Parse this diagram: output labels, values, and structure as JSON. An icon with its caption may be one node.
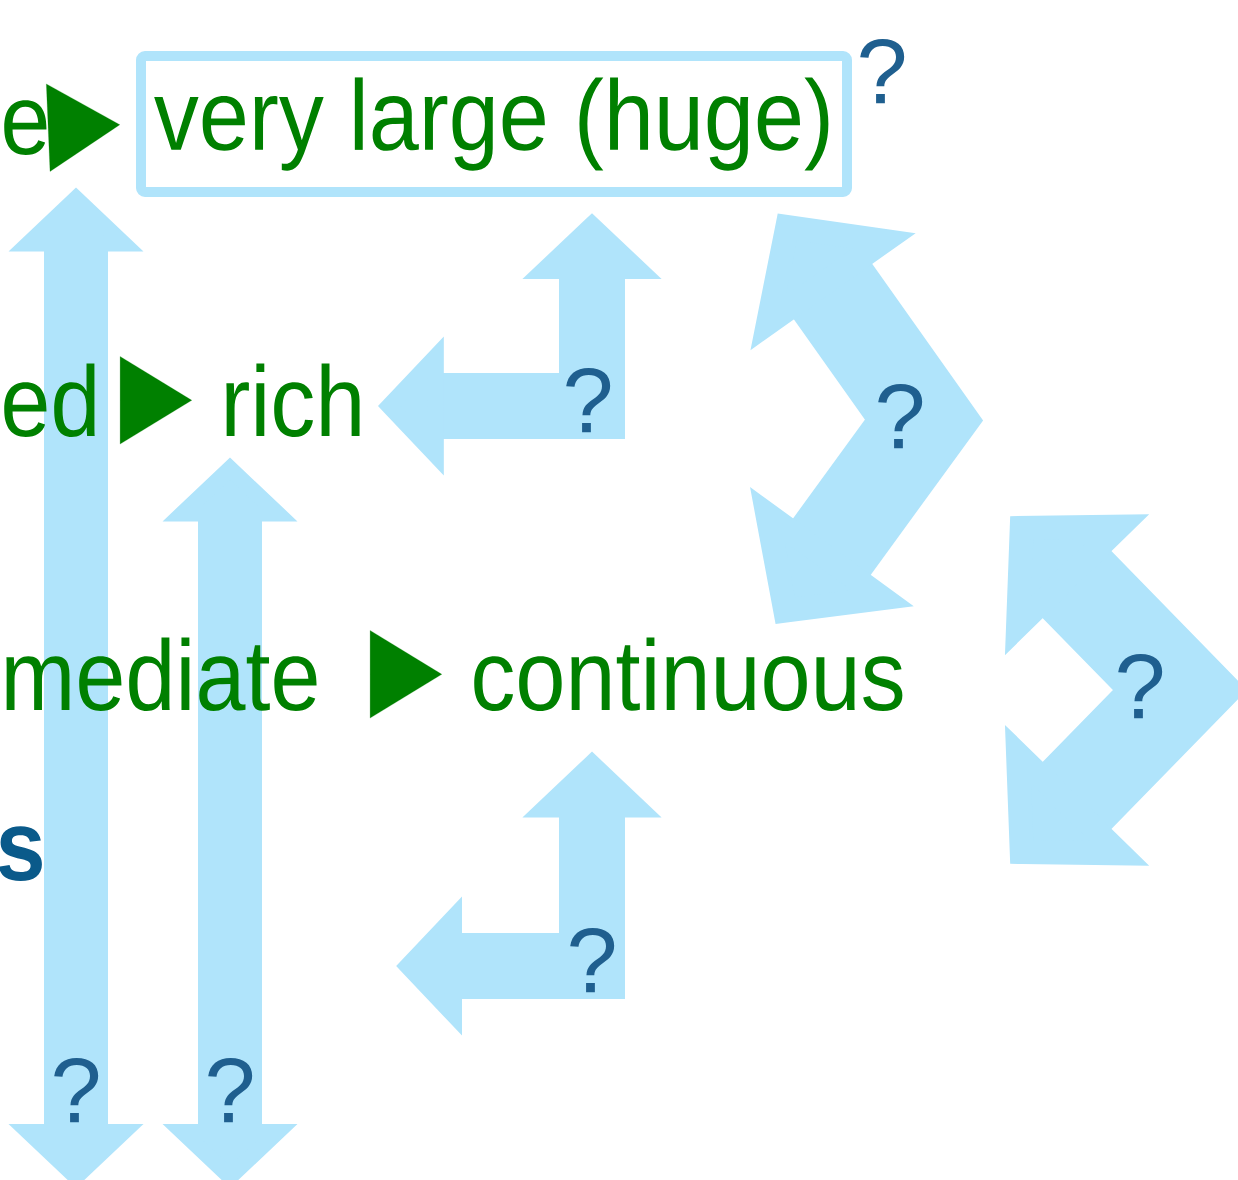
{
  "diagram": {
    "nodes": [
      {
        "text": [
          "e"
        ]
      },
      {
        "text": [
          "very large (huge)"
        ],
        "beside": [
          "?"
        ]
      },
      {
        "text": [
          "ed"
        ]
      },
      {
        "text": [
          "rich"
        ]
      },
      {
        "text": [
          "mediate"
        ]
      },
      {
        "text": [
          "continuous"
        ]
      }
    ],
    "edges": [
      {
        "from": 0,
        "to": 1,
        "arrow": "to",
        "color": "#008000"
      },
      {
        "from": 2,
        "to": 3,
        "arrow": "to",
        "color": "#008000"
      },
      {
        "from": 4,
        "to": 5,
        "arrow": "to",
        "color": "#008000"
      },
      {
        "from": 3,
        "to": 1,
        "arrow": "both",
        "label": "?"
      },
      {
        "from": 1,
        "to": 5,
        "arrow": "both",
        "label": "?"
      },
      {
        "from": null,
        "to": 5,
        "arrow": "both",
        "label": "?"
      },
      {
        "from": 0,
        "to": null,
        "arrow": "both",
        "label": "?"
      },
      {
        "from": 3,
        "to": null,
        "arrow": "both",
        "label": "?"
      }
    ],
    "labels": [
      "s",
      "?"
    ]
  }
}
